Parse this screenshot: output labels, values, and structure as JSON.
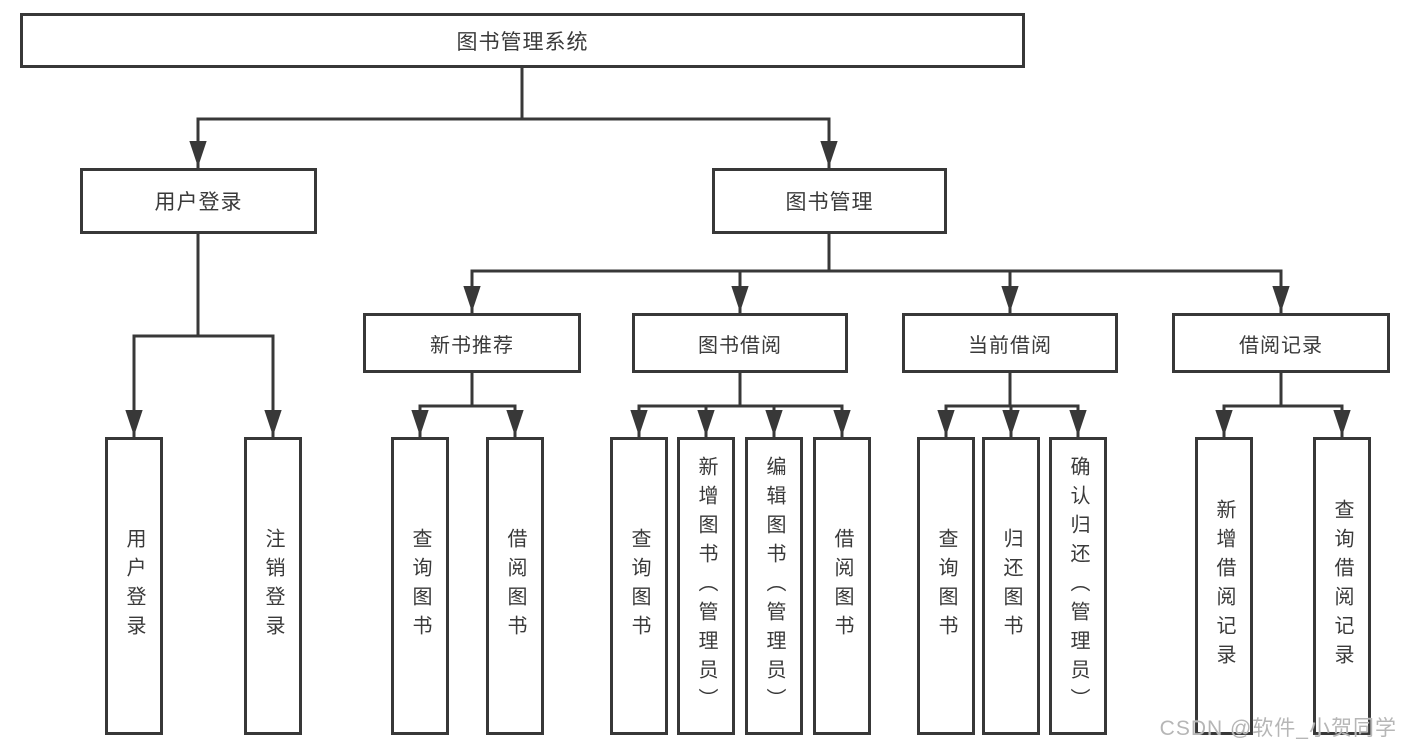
{
  "diagram_title": "图书管理系统",
  "tree": {
    "label": "图书管理系统",
    "children": [
      {
        "label": "用户登录",
        "children": [
          {
            "label": "用户登录"
          },
          {
            "label": "注销登录"
          }
        ]
      },
      {
        "label": "图书管理",
        "children": [
          {
            "label": "新书推荐",
            "children": [
              {
                "label": "查询图书"
              },
              {
                "label": "借阅图书"
              }
            ]
          },
          {
            "label": "图书借阅",
            "children": [
              {
                "label": "查询图书"
              },
              {
                "label": "新增图书（管理员）"
              },
              {
                "label": "编辑图书（管理员）"
              },
              {
                "label": "借阅图书"
              }
            ]
          },
          {
            "label": "当前借阅",
            "children": [
              {
                "label": "查询图书"
              },
              {
                "label": "归还图书"
              },
              {
                "label": "确认归还（管理员）"
              }
            ]
          },
          {
            "label": "借阅记录",
            "children": [
              {
                "label": "新增借阅记录"
              },
              {
                "label": "查询借阅记录"
              }
            ]
          }
        ]
      }
    ]
  },
  "watermark": {
    "text": "CSDN @软件_小贺同学"
  },
  "colors": {
    "line": "#383838",
    "text": "#3a3a3a",
    "watermark": "#b6b6b6",
    "background": "#ffffff"
  }
}
